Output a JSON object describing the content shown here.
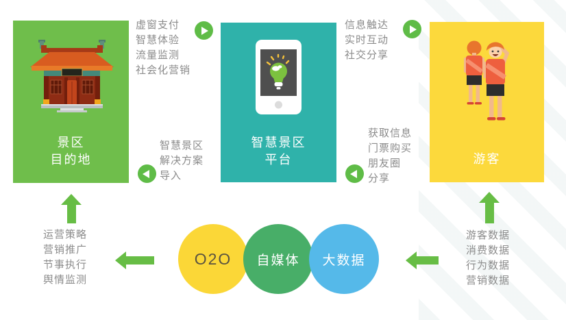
{
  "colors": {
    "box_green": "#6fbe4b",
    "box_teal": "#2fb2aa",
    "box_yellow": "#fcd93c",
    "arrow_green": "#67bd45",
    "badge_green": "#5fbc47",
    "flow_text_gray": "#8b8b8b",
    "circle_yellow": "#fbd737",
    "circle_green": "#48ae68",
    "circle_blue": "#55b9e9",
    "o2o_text": "#5a5340"
  },
  "boxes": {
    "destination": {
      "lines": [
        "景区",
        "目的地"
      ]
    },
    "platform": {
      "lines": [
        "智慧景区",
        "平台"
      ]
    },
    "tourists": {
      "label": "游客"
    }
  },
  "flow_labels": {
    "destination_to_platform": [
      "虚窗支付",
      "智慧体验",
      "流量监测",
      "社会化营销"
    ],
    "platform_to_destination": [
      "智慧景区",
      "解决方案",
      "导入"
    ],
    "platform_to_tourists": [
      "信息触达",
      "实时互动",
      "社交分享"
    ],
    "tourists_to_platform": [
      "获取信息",
      "门票购买",
      "朋友圈",
      "分享"
    ],
    "ops_to_destination": [
      "运营策略",
      "营销推广",
      "节事执行",
      "舆情监测"
    ],
    "data_to_tourists": [
      "游客数据",
      "消费数据",
      "行为数据",
      "营销数据"
    ]
  },
  "hub_circles": [
    {
      "label": "O2O"
    },
    {
      "label": "自媒体"
    },
    {
      "label": "大数据"
    }
  ],
  "icons": {
    "destination": "temple-icon",
    "platform": "smartphone-lightbulb-icon",
    "tourists": "tourists-icon",
    "forward_flow": "play-right-icon",
    "backward_flow": "play-left-icon",
    "up_flow": "up-arrow-icon",
    "left_flow": "left-arrow-icon"
  }
}
